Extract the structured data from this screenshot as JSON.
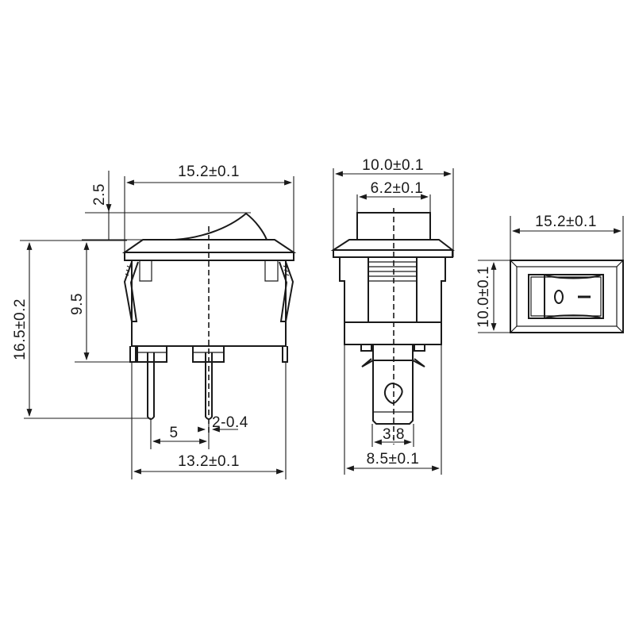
{
  "drawing": {
    "subject": "Rocker switch dimensional drawing",
    "line_color": "#1a1a1a",
    "background": "#ffffff",
    "units": "mm"
  },
  "side_view": {
    "dim_width_top": "15.2±0.1",
    "dim_rocker_height": "2.5",
    "dim_total_height": "16.5±0.2",
    "dim_body_height": "9.5",
    "dim_pin_pitch": "5",
    "dim_pin_thickness": "2-0.4",
    "dim_width_bottom": "13.2±0.1"
  },
  "end_view": {
    "dim_bezel_width": "10.0±0.1",
    "dim_rocker_width": "6.2±0.1",
    "dim_terminal_width": "3.8",
    "dim_body_width": "8.5±0.1"
  },
  "top_view": {
    "dim_width": "15.2±0.1",
    "dim_height": "10.0±0.1",
    "symbol_off": "O",
    "symbol_on": "—"
  }
}
